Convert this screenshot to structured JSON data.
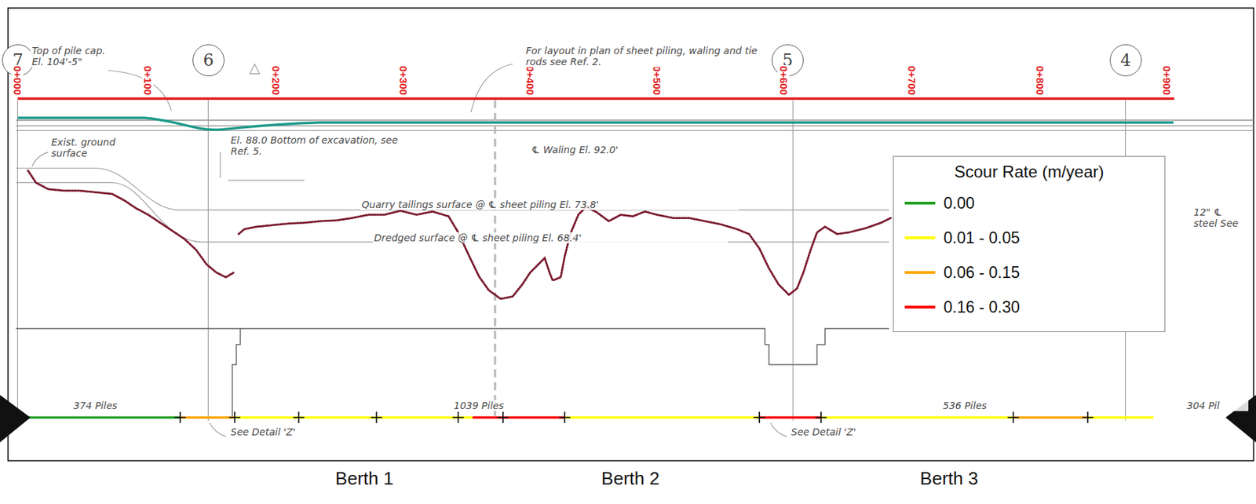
{
  "diagram": {
    "nodes": [
      {
        "text": [
          "7"
        ]
      },
      {
        "text": [
          "6"
        ]
      },
      {
        "text": [
          "5"
        ]
      },
      {
        "text": [
          "4"
        ]
      },
      {
        "text": [
          "Scour Rate (m/year)"
        ]
      }
    ],
    "labels": [
      "0+000",
      "0+100",
      "0+200",
      "0+300",
      "0+400",
      "0+500",
      "0+600",
      "0+700",
      "0+800",
      "0+900",
      "Top of pile cap. El. 104'-5\"",
      "Exist. ground surface",
      "El. 88.0 Bottom of excavation, see Ref. 5.",
      "For layout in plan of sheet piling, waling and tie rods see Ref. 2.",
      "℄ Waling El. 92.0'",
      "Quarry tailings surface @ ℄ sheet piling El. 73.8'",
      "Dredged surface @ ℄ sheet piling El. 68.4'",
      "12\" ℄ steel See",
      "374 Piles",
      "See Detail 'Z'",
      "1039 Piles",
      "536 Piles",
      "304 Pil",
      "See Detail 'Z'",
      "Berth 1",
      "Berth 2",
      "Berth 3"
    ],
    "legend": [
      {
        "text": "0.00",
        "color": "#22a022"
      },
      {
        "text": "0.01 - 0.05",
        "color": "#ffff00"
      },
      {
        "text": "0.06 - 0.15",
        "color": "#ffa500"
      },
      {
        "text": "0.16 - 0.30",
        "color": "#ff0000"
      }
    ]
  }
}
